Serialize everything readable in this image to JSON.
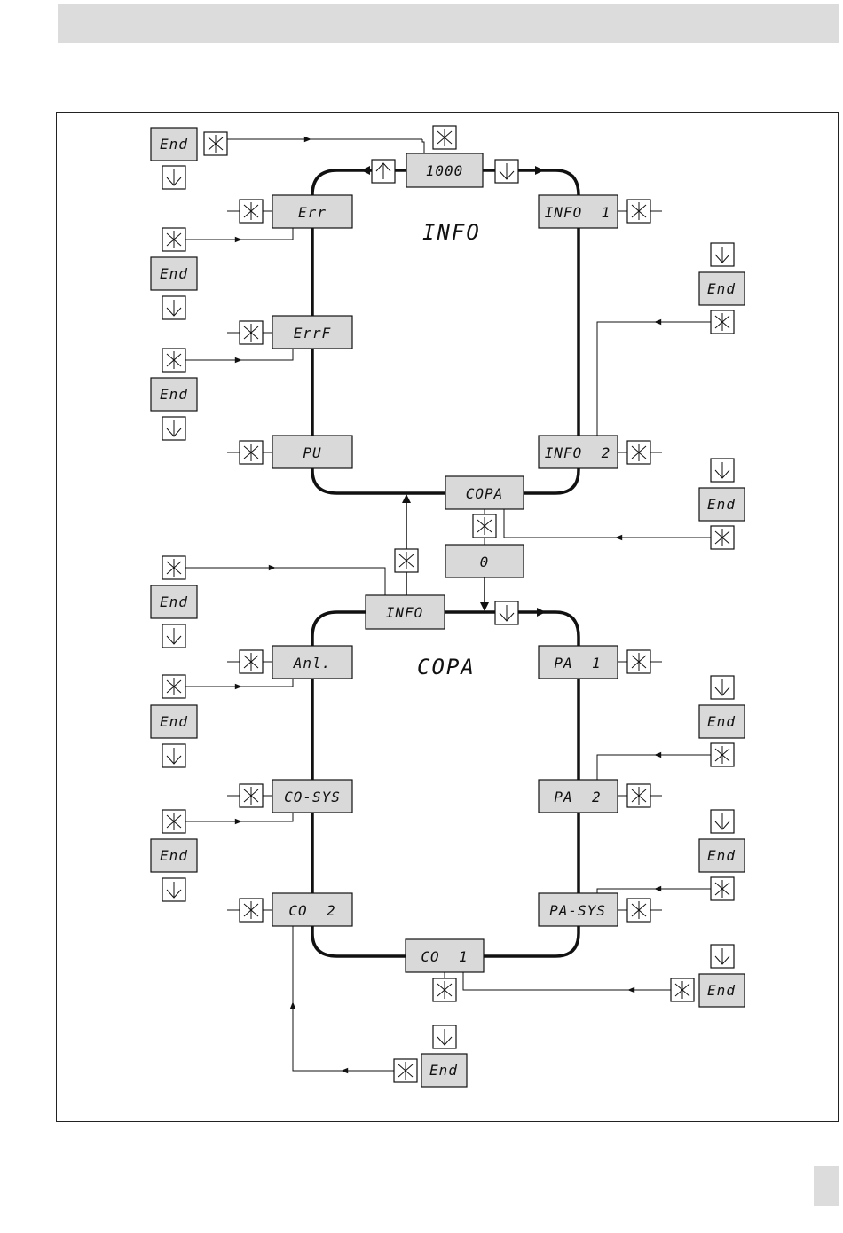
{
  "loops": {
    "info": {
      "title": "INFO"
    },
    "copa": {
      "title": "COPA"
    }
  },
  "displays": {
    "code_1000": "1000",
    "info_1": "INFO  1",
    "err": "Err",
    "errf": "ErrF",
    "pu": "PU",
    "info_2": "INFO  2",
    "copa": "COPA",
    "zero": "0",
    "info": "INFO",
    "anl": "Anl.",
    "pa_1": "PA  1",
    "co_sys": "CO-SYS",
    "pa_2": "PA  2",
    "co_2": "CO  2",
    "pa_sys": "PA-SYS",
    "co_1": "CO  1",
    "end": "End"
  },
  "icons": {
    "select_key": "asterisk-key-icon",
    "down_key": "down-arrow-key-icon",
    "up_key": "up-arrow-key-icon"
  },
  "colors": {
    "display_fill": "#d9d9d9",
    "header_bar": "#dcdcdc",
    "line": "#111111"
  }
}
